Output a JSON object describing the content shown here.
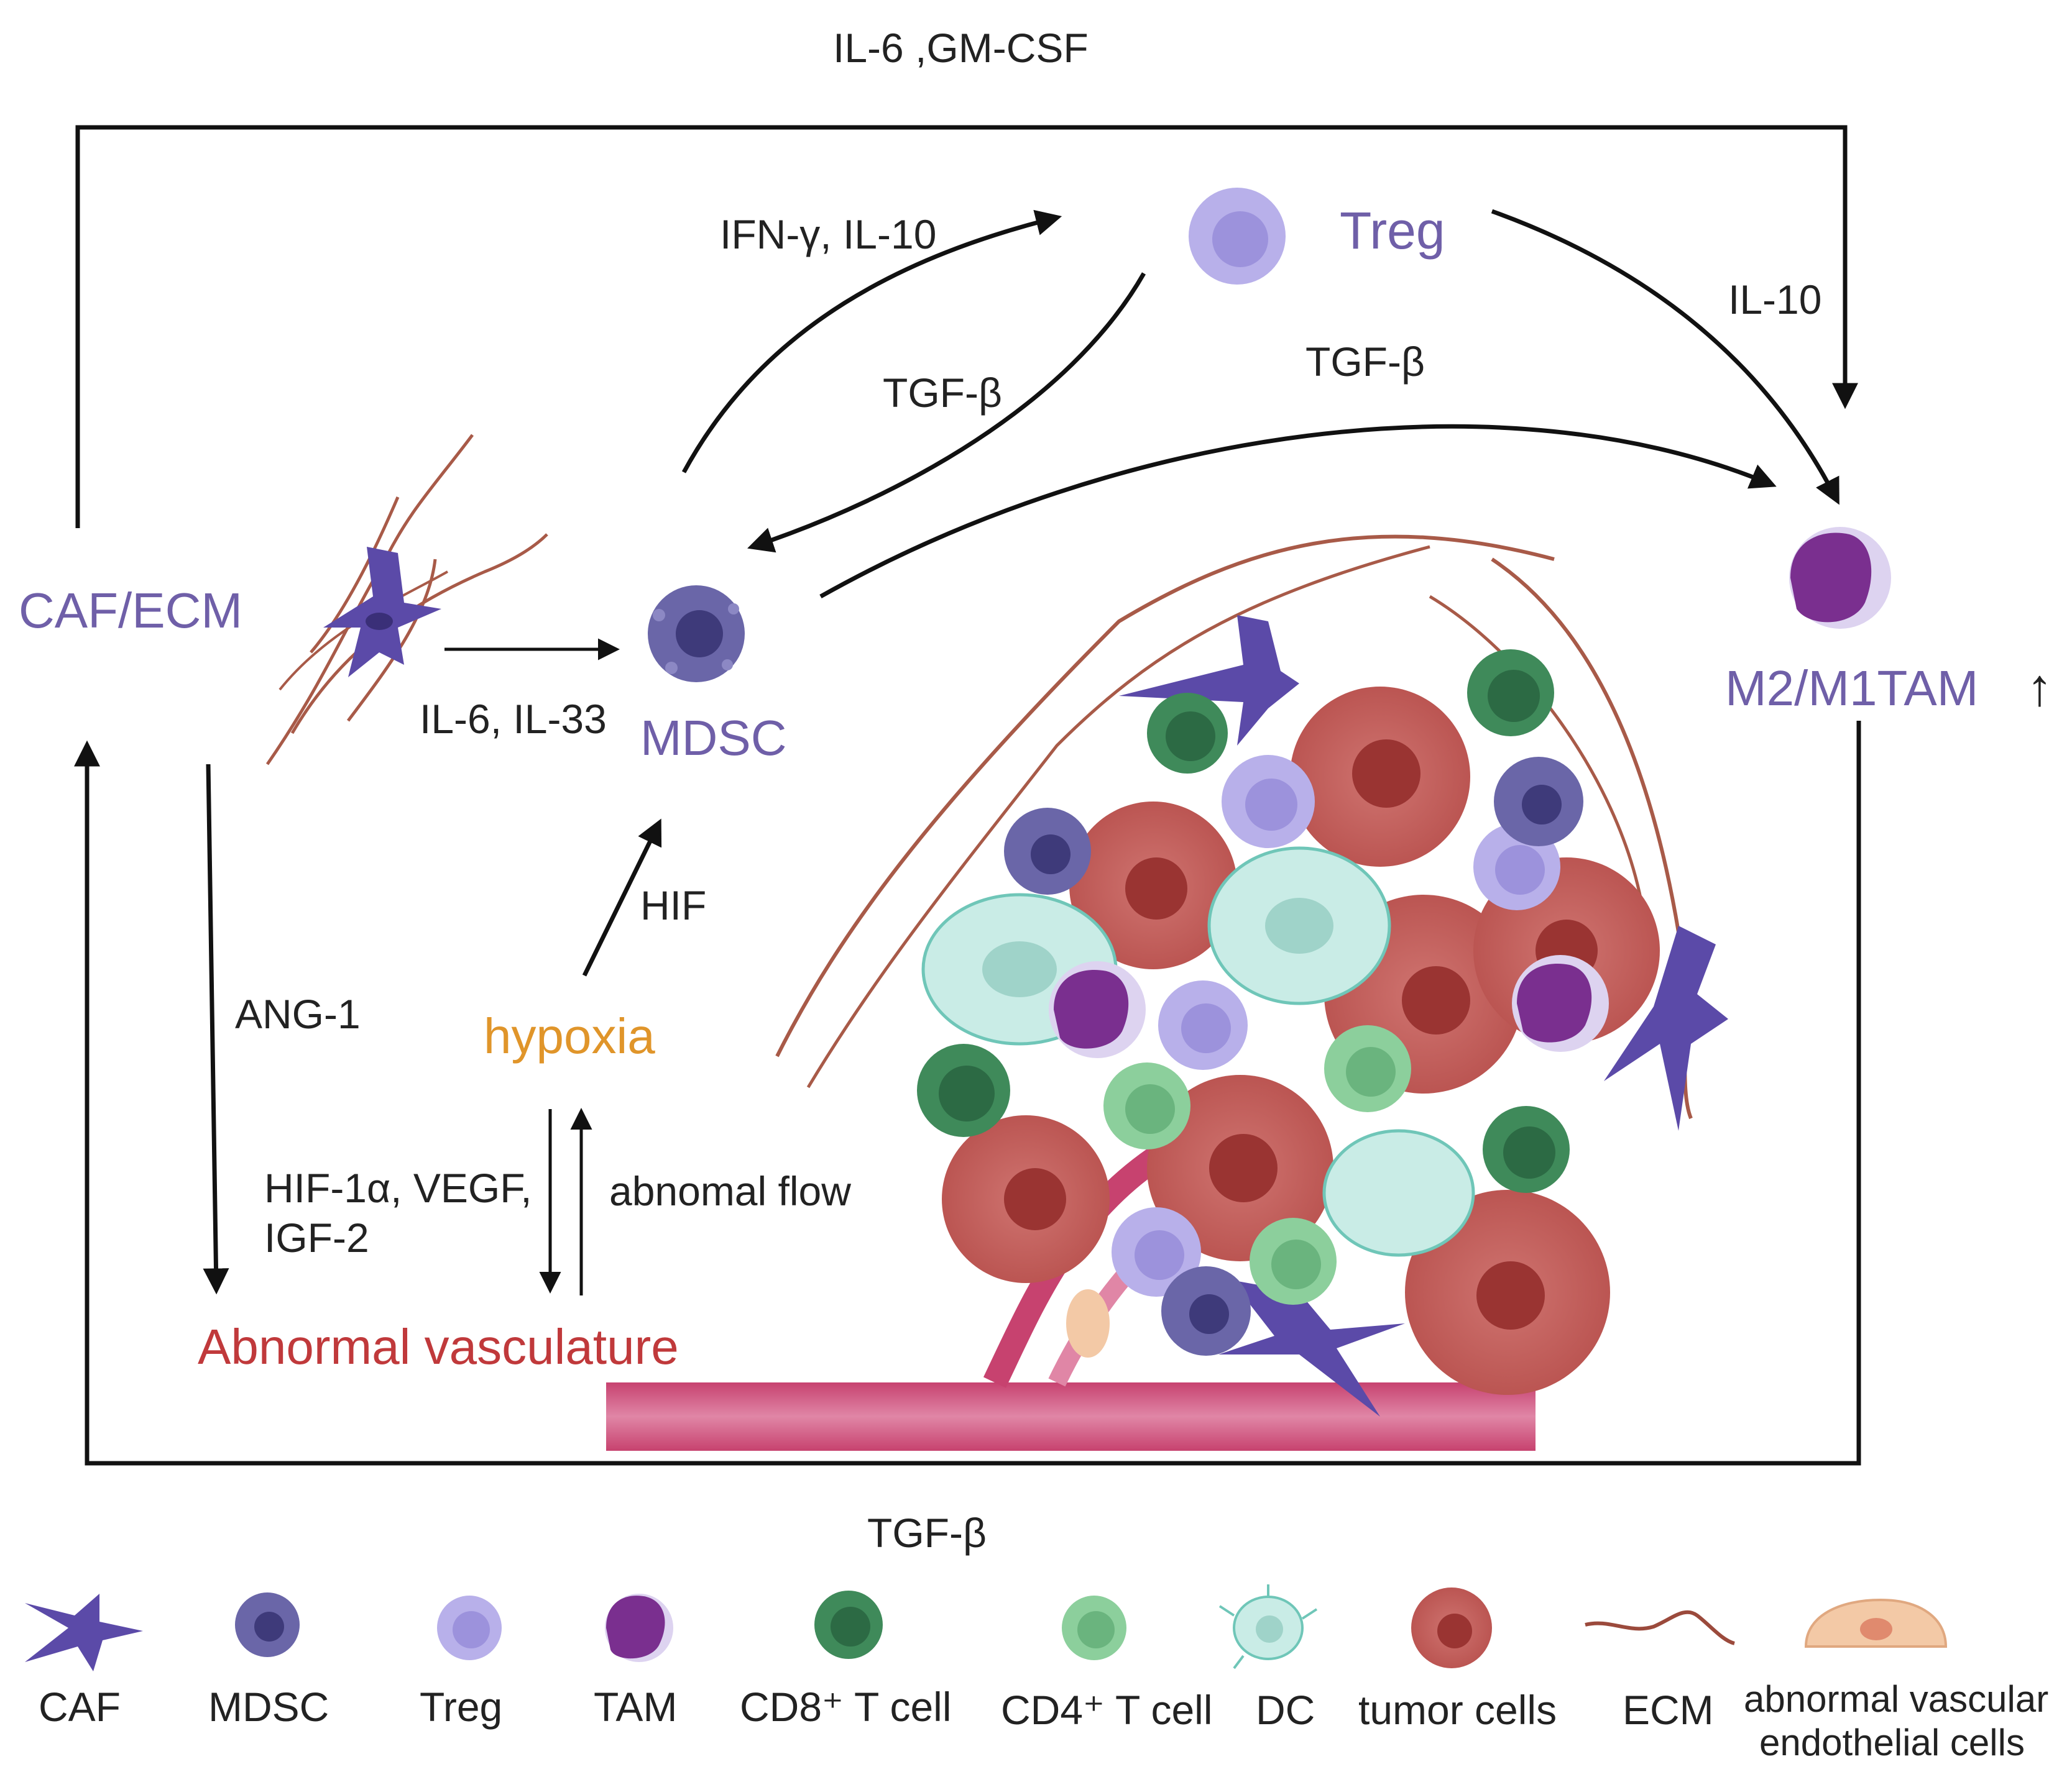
{
  "labels": {
    "top_feedback": "IL-6 ,GM-CSF",
    "bottom_feedback": "TGF-β",
    "caf_ecm": "CAF/ECM",
    "mdsc": "MDSC",
    "treg": "Treg",
    "tam": "M2/M1TAM",
    "tam_arrow": "↑",
    "hypoxia": "hypoxia",
    "vasculature": "Abnormal vasculature",
    "ifn_il10": "IFN-γ, IL-10",
    "tgf_treg_mdsc": "TGF-β",
    "tgf_mdsc_tam": "TGF-β",
    "il10_tam": "IL-10",
    "il6_il33": "IL-6, IL-33",
    "hif": "HIF",
    "ang1": "ANG-1",
    "hif_vegf_line1": "HIF-1α, VEGF,",
    "hif_vegf_line2": "IGF-2",
    "abnormal_flow": "abnomal flow"
  },
  "legend": {
    "items": [
      {
        "label": "CAF",
        "icon": "caf-icon"
      },
      {
        "label": "MDSC",
        "icon": "mdsc-icon"
      },
      {
        "label": "Treg",
        "icon": "treg-icon"
      },
      {
        "label": "TAM",
        "icon": "tam-icon"
      },
      {
        "label": "CD8⁺ T cell",
        "icon": "cd8-icon"
      },
      {
        "label": "CD4⁺ T cell",
        "icon": "cd4-icon"
      },
      {
        "label": "DC",
        "icon": "dc-icon"
      },
      {
        "label": "tumor cells",
        "icon": "tumor-icon"
      },
      {
        "label": "ECM",
        "icon": "ecm-icon"
      },
      {
        "label": "abnormal vascular",
        "label2": "endothelial cells",
        "icon": "endothelial-icon"
      }
    ]
  },
  "colors": {
    "caf": "#5b4aa8",
    "mdsc": "#6a66a8",
    "treg": "#b8b0ea",
    "tam": "#7a2f8f",
    "cd8": "#3f8a5a",
    "cd4": "#8ccf9c",
    "dc": "#c9ece6",
    "tumor": "#c0615f",
    "ecm": "#9b4a3c",
    "endothelial": "#f3c9a6",
    "vessel": "#d0507e"
  }
}
